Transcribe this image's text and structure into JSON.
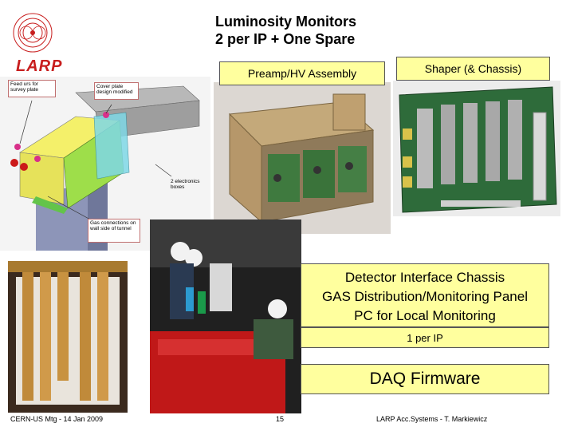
{
  "slide": {
    "title_line1": "Luminosity Monitors",
    "title_line2": "2 per IP + One Spare",
    "logo_text": "LARP"
  },
  "labels": {
    "preamp": "Preamp/HV Assembly",
    "shaper": "Shaper (& Chassis)",
    "detector_line1": "Detector Interface Chassis",
    "detector_line2": "GAS Distribution/Monitoring Panel",
    "detector_line3": "PC for Local Monitoring",
    "per_ip": "1 per IP",
    "daq": "DAQ Firmware"
  },
  "cad_callouts": {
    "feedthru": "Feed urs for survey plate",
    "cover": "Cover plate design modified",
    "electronics": "2 electronics boxes",
    "gas": "Gas connections on wall side of tunnel"
  },
  "footer": {
    "left": "CERN-US Mtg - 14 Jan 2009",
    "page": "15",
    "right": "LARP Acc.Systems - T. Markiewicz"
  },
  "colors": {
    "label_fill": "#ffff9e",
    "logo_red": "#c81e1e",
    "pcb_green": "#2e6b3a"
  }
}
